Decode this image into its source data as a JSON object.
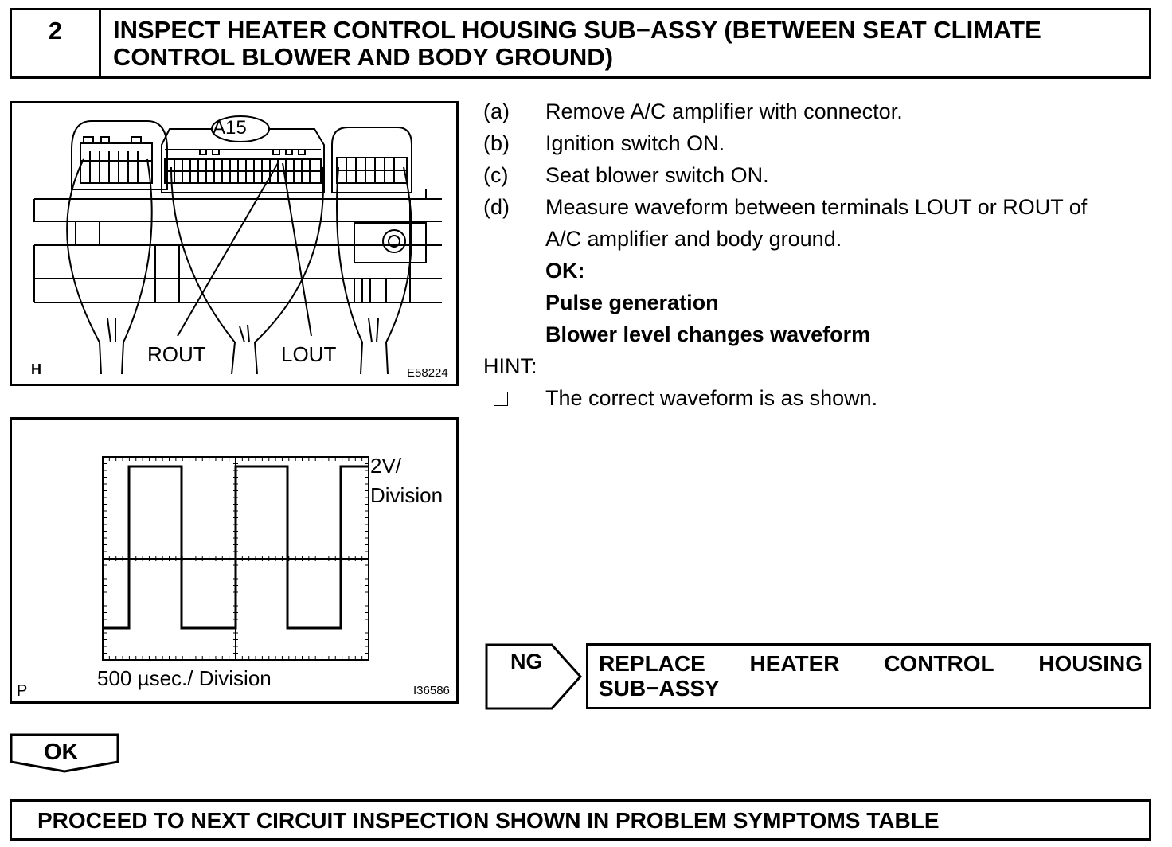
{
  "header": {
    "step_number": "2",
    "title_line1": "INSPECT HEATER CONTROL HOUSING SUB−ASSY (BETWEEN SEAT CLIMATE",
    "title_line2": "CONTROL BLOWER AND BODY GROUND)"
  },
  "figure_connector": {
    "connector_id": "A15",
    "label_rout": "ROUT",
    "label_lout": "LOUT",
    "corner_letter": "H",
    "figure_code": "E58224"
  },
  "figure_waveform": {
    "volts_per_div_line1": "2V/",
    "volts_per_div_line2": "Division",
    "time_per_div": "500 µsec./ Division",
    "corner_letter": "P",
    "figure_code": "I36586"
  },
  "steps": [
    {
      "label": "(a)",
      "text": "Remove A/C amplifier with connector."
    },
    {
      "label": "(b)",
      "text": "Ignition switch ON."
    },
    {
      "label": "(c)",
      "text": "Seat blower switch ON."
    },
    {
      "label": "(d)",
      "text": "Measure waveform between terminals LOUT or ROUT of",
      "text2": "A/C amplifier and body ground."
    }
  ],
  "ok_criteria": {
    "heading": "OK:",
    "line1": "Pulse generation",
    "line2": "Blower level changes waveform"
  },
  "hint": {
    "heading": "HINT:",
    "item": "The correct waveform is as shown."
  },
  "ng": {
    "label": "NG",
    "action_words": [
      "REPLACE",
      "HEATER",
      "CONTROL",
      "HOUSING"
    ],
    "action_line2": "SUB−ASSY"
  },
  "ok_label": "OK",
  "footer": "PROCEED TO NEXT CIRCUIT INSPECTION SHOWN IN PROBLEM SYMPTOMS TABLE"
}
